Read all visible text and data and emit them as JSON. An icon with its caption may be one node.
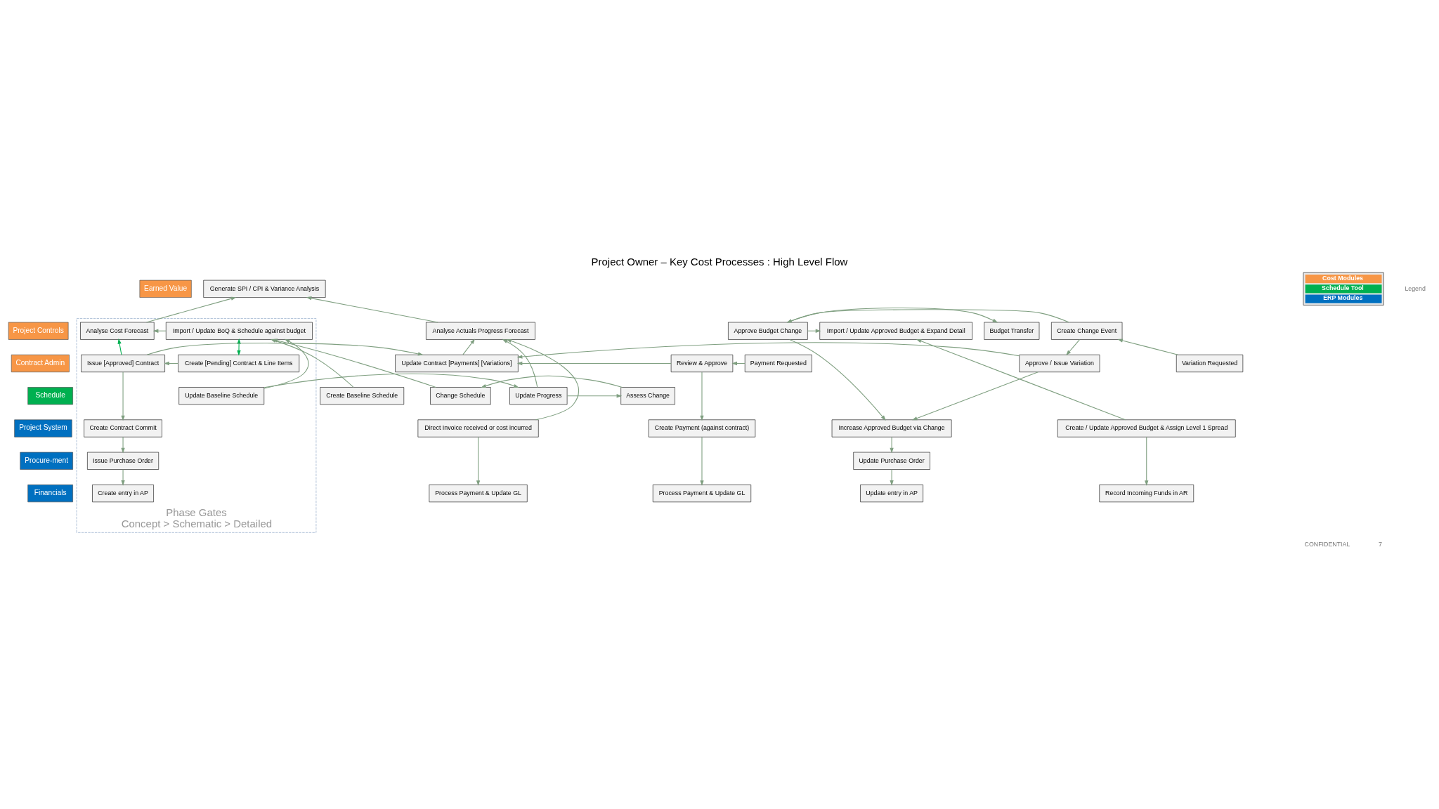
{
  "diagram": {
    "title": "Project Owner – Key Cost Processes : High Level Flow",
    "nodes": [
      {
        "text": [
          "Earned Value"
        ]
      },
      {
        "text": [
          "Project Controls"
        ]
      },
      {
        "text": [
          "Contract Admin"
        ]
      },
      {
        "text": [
          "Schedule"
        ]
      },
      {
        "text": [
          "Project System"
        ]
      },
      {
        "text": [
          "Procure-ment"
        ]
      },
      {
        "text": [
          "Financials"
        ]
      },
      {
        "text": [
          "Generate SPI / CPI & Variance Analysis"
        ]
      },
      {
        "text": [
          "Import / Update Approved Budget & Expand Detail"
        ]
      },
      {
        "text": [
          "Phase Gates",
          "Concept > Schematic > Detailed"
        ]
      },
      {
        "text": [
          "Import / Update BoQ & Schedule against budget"
        ],
        "in": 9
      },
      {
        "text": [
          "Analyse Cost Forecast"
        ],
        "in": 9
      },
      {
        "text": [
          "Analyse Actuals Progress Forecast"
        ]
      },
      {
        "text": [
          "Create Change Event"
        ]
      },
      {
        "text": [
          "Approve Budget Change"
        ]
      },
      {
        "text": [
          "Budget Transfer"
        ]
      },
      {
        "text": [
          "Create [Pending] Contract & Line Items"
        ],
        "in": 9
      },
      {
        "text": [
          "Issue [Approved] Contract"
        ],
        "in": 9
      },
      {
        "text": [
          "Update Contract [Payments] [Variations]"
        ]
      },
      {
        "text": [
          "Payment Requested"
        ]
      },
      {
        "text": [
          "Review & Approve"
        ]
      },
      {
        "text": [
          "Variation Requested"
        ]
      },
      {
        "text": [
          "Approve / Issue Variation"
        ]
      },
      {
        "text": [
          "Create Baseline Schedule"
        ]
      },
      {
        "text": [
          "Update Baseline Schedule"
        ],
        "in": 9
      },
      {
        "text": [
          "Update Progress"
        ]
      },
      {
        "text": [
          "Assess Change"
        ]
      },
      {
        "text": [
          "Change Schedule"
        ]
      },
      {
        "text": [
          "Create / Update Approved Budget & Assign Level 1 Spread"
        ]
      },
      {
        "text": [
          "Create Contract Commit"
        ],
        "in": 9
      },
      {
        "text": [
          "Direct Invoice received or cost incurred"
        ]
      },
      {
        "text": [
          "Create Payment (against contract)"
        ]
      },
      {
        "text": [
          "Increase Approved Budget via Change"
        ]
      },
      {
        "text": [
          "Issue Purchase Order"
        ],
        "in": 9
      },
      {
        "text": [
          "Update Purchase Order"
        ]
      },
      {
        "text": [
          "Record Incoming Funds in AR"
        ]
      },
      {
        "text": [
          "Create entry in AP"
        ],
        "in": 9
      },
      {
        "text": [
          "Process Payment & Update GL"
        ]
      },
      {
        "text": [
          "Process Payment & Update GL"
        ]
      },
      {
        "text": [
          "Update entry in AP"
        ]
      }
    ],
    "edges": [
      {
        "from": 27,
        "to": 10,
        "arrow": "to"
      },
      {
        "from": 14,
        "to": 8,
        "arrow": "to"
      },
      {
        "from": 28,
        "to": 8,
        "arrow": "to"
      },
      {
        "from": 28,
        "to": 35,
        "arrow": "to"
      },
      {
        "from": 23,
        "to": 10,
        "arrow": "to"
      },
      {
        "from": 10,
        "to": 11,
        "arrow": "to"
      },
      {
        "from": 10,
        "to": 16,
        "arrow": "both",
        "color": "#00b050"
      },
      {
        "from": 17,
        "to": 11,
        "arrow": "to",
        "color": "#00b050"
      },
      {
        "from": 16,
        "to": 17,
        "arrow": "to"
      },
      {
        "from": 24,
        "to": 10,
        "arrow": "to"
      },
      {
        "from": 11,
        "to": 7,
        "arrow": "to"
      },
      {
        "from": 12,
        "to": 7,
        "arrow": "to"
      },
      {
        "from": 17,
        "to": 18,
        "arrow": "to"
      },
      {
        "from": 17,
        "to": 29,
        "arrow": "to"
      },
      {
        "from": 29,
        "to": 33,
        "arrow": "to"
      },
      {
        "from": 33,
        "to": 36,
        "arrow": "to"
      },
      {
        "from": 24,
        "to": 25,
        "arrow": "to"
      },
      {
        "from": 30,
        "to": 12,
        "arrow": "to"
      },
      {
        "from": 25,
        "to": 12,
        "arrow": "to"
      },
      {
        "from": 18,
        "to": 12,
        "arrow": "to"
      },
      {
        "from": 19,
        "to": 20,
        "arrow": "to"
      },
      {
        "from": 20,
        "to": 18,
        "arrow": "to"
      },
      {
        "from": 20,
        "to": 31,
        "arrow": "to"
      },
      {
        "from": 22,
        "to": 18,
        "arrow": "to"
      },
      {
        "from": 25,
        "to": 26,
        "arrow": "to"
      },
      {
        "from": 26,
        "to": 27,
        "arrow": "to"
      },
      {
        "from": 21,
        "to": 13,
        "arrow": "to"
      },
      {
        "from": 13,
        "to": 14,
        "arrow": "to"
      },
      {
        "from": 13,
        "to": 22,
        "arrow": "to"
      },
      {
        "from": 14,
        "to": 15,
        "arrow": "to"
      },
      {
        "from": 14,
        "to": 32,
        "arrow": "to"
      },
      {
        "from": 22,
        "to": 32,
        "arrow": "to"
      },
      {
        "from": 32,
        "to": 34,
        "arrow": "to"
      },
      {
        "from": 34,
        "to": 39,
        "arrow": "to"
      },
      {
        "from": 30,
        "to": 37,
        "arrow": "to"
      },
      {
        "from": 31,
        "to": 38,
        "arrow": "to"
      }
    ],
    "labels": [
      "Legend",
      "CONFIDENTIAL",
      "7"
    ],
    "legend": [
      {
        "text": "Cost Modules",
        "color": "#f79646"
      },
      {
        "text": "Schedule Tool",
        "color": "#00b050"
      },
      {
        "text": "ERP Modules",
        "color": "#0070c0"
      }
    ]
  }
}
